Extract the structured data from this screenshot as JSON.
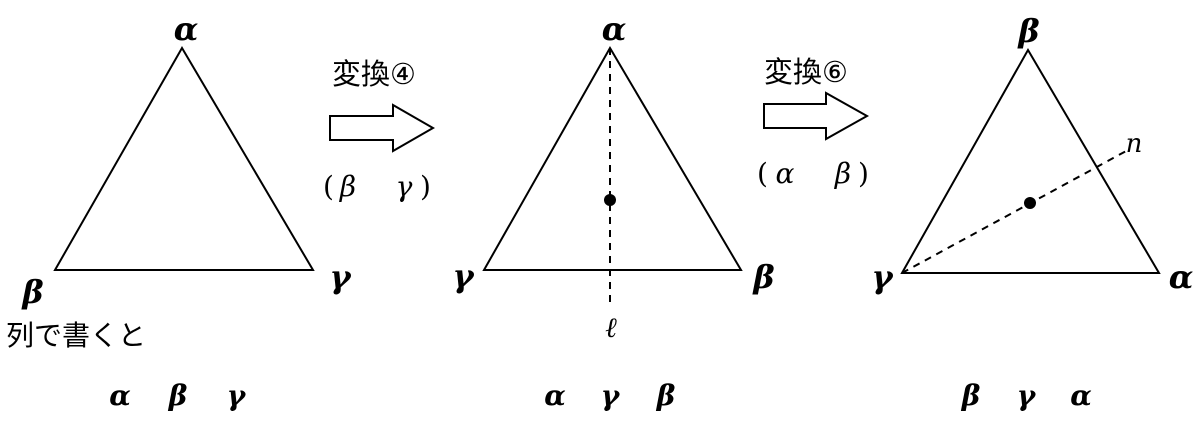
{
  "triangles": [
    {
      "top": "α",
      "left": "β",
      "right": "γ"
    },
    {
      "top": "α",
      "left": "γ",
      "right": "β",
      "axis_label": "ℓ"
    },
    {
      "top": "β",
      "left": "γ",
      "right": "α",
      "axis_label": "n"
    }
  ],
  "arrows": [
    {
      "label": "変換④",
      "swap": [
        "β",
        "γ"
      ]
    },
    {
      "label": "変換⑥",
      "swap": [
        "α",
        "β"
      ]
    }
  ],
  "caption": "列で書くと",
  "sequences": [
    [
      "α",
      "β",
      "γ"
    ],
    [
      "α",
      "γ",
      "β"
    ],
    [
      "β",
      "γ",
      "α"
    ]
  ]
}
